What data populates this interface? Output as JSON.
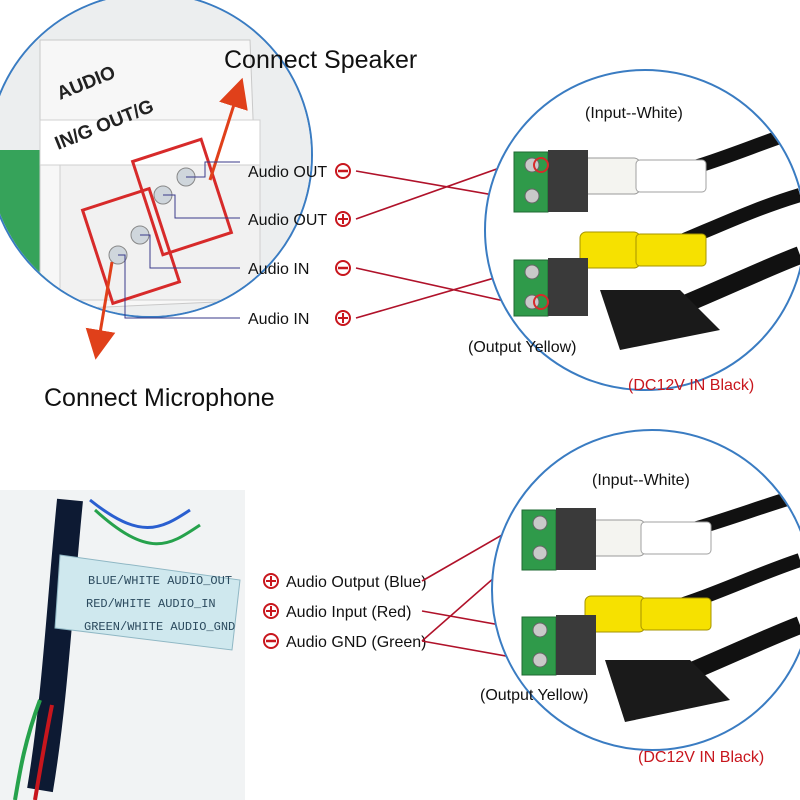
{
  "top": {
    "connect_speaker": "Connect Speaker",
    "connect_microphone": "Connect Microphone",
    "panel_audio": "AUDIO",
    "panel_in_out": "IN/G OUT/G",
    "rows": [
      {
        "label": "Audio OUT",
        "sign": "minus"
      },
      {
        "label": "Audio OUT",
        "sign": "plus"
      },
      {
        "label": "Audio IN",
        "sign": "minus"
      },
      {
        "label": "Audio IN",
        "sign": "plus"
      }
    ],
    "input_label": "(Input--White)",
    "output_label": "(Output Yellow)",
    "dc_label": "(DC12V IN Black)"
  },
  "bottom": {
    "sticker_lines": [
      "BLUE/WHITE  AUDIO_OUT",
      "RED/WHITE   AUDIO_IN",
      "GREEN/WHITE AUDIO_GND"
    ],
    "rows": [
      {
        "label": "Audio Output (Blue)",
        "sign": "plus"
      },
      {
        "label": "Audio Input (Red)",
        "sign": "plus"
      },
      {
        "label": "Audio GND (Green)",
        "sign": "minus"
      }
    ],
    "input_label": "(Input--White)",
    "output_label": "(Output Yellow)",
    "dc_label": "(DC12V IN Black)"
  },
  "colors": {
    "accent_red": "#c8161d",
    "line_red": "#b0122a",
    "rca_white": "#f4f4f0",
    "rca_yellow": "#f6e100",
    "terminal_green": "#2f9a4a",
    "wire_blue": "#2a5fd0",
    "wire_green": "#26a24c"
  }
}
